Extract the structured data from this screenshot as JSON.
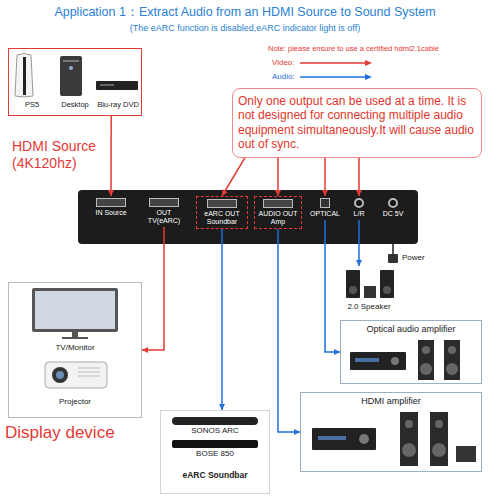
{
  "diagram": {
    "title": "Application 1：Extract Audio from an HDMI Source to Sound System",
    "nodes": [
      {
        "text": [
          "PS5",
          "Desktop",
          "Blu-ray DVD"
        ]
      },
      {
        "text": [
          "Only one output can be used at a time. It is not designed for connecting multiple audio equipment simultaneously.It will cause audio out of sync."
        ]
      },
      {
        "text": [
          "IN Source"
        ]
      },
      {
        "text": [
          "OUT TV(eARC)"
        ]
      },
      {
        "text": [
          "eARC OUT Soundbar"
        ]
      },
      {
        "text": [
          "AUDIO OUT Amp"
        ]
      },
      {
        "text": [
          "OPTICAL"
        ]
      },
      {
        "text": [
          "L/R"
        ]
      },
      {
        "text": [
          "DC 5V"
        ]
      },
      {
        "text": [
          "TV/Monitor",
          "Projector",
          "Display device"
        ]
      },
      {
        "text": [
          "SONOS ARC",
          "BOSE 850",
          "eARC Soundbar"
        ]
      },
      {
        "text": [
          "2.0 Speaker"
        ]
      },
      {
        "text": [
          "Optical audio amplifier"
        ]
      },
      {
        "text": [
          "HDMI amplifier"
        ]
      }
    ],
    "edges": [
      {
        "from": 0,
        "to": 2,
        "arrow": "to"
      },
      {
        "from": 1,
        "to": 4,
        "arrow": "to"
      },
      {
        "from": 1,
        "to": 5,
        "arrow": "to"
      },
      {
        "from": 1,
        "to": 6,
        "arrow": "to"
      },
      {
        "from": 1,
        "to": 7,
        "arrow": "to"
      },
      {
        "from": 3,
        "to": 9,
        "arrow": "to"
      },
      {
        "from": 4,
        "to": 10,
        "arrow": "to"
      },
      {
        "from": 5,
        "to": 13,
        "arrow": "to"
      },
      {
        "from": 6,
        "to": 12,
        "arrow": "to"
      },
      {
        "from": 7,
        "to": 11,
        "arrow": "to"
      }
    ],
    "labels": [
      "(The eARC function is disabled,eARC indicator light is off)",
      "Note: please ensure to use a certified hdmi2.1cable",
      "HDMI Source (4K120hz)",
      "Power"
    ],
    "legend": [
      {
        "text": "Video:"
      },
      {
        "text": "Audio:"
      }
    ]
  }
}
